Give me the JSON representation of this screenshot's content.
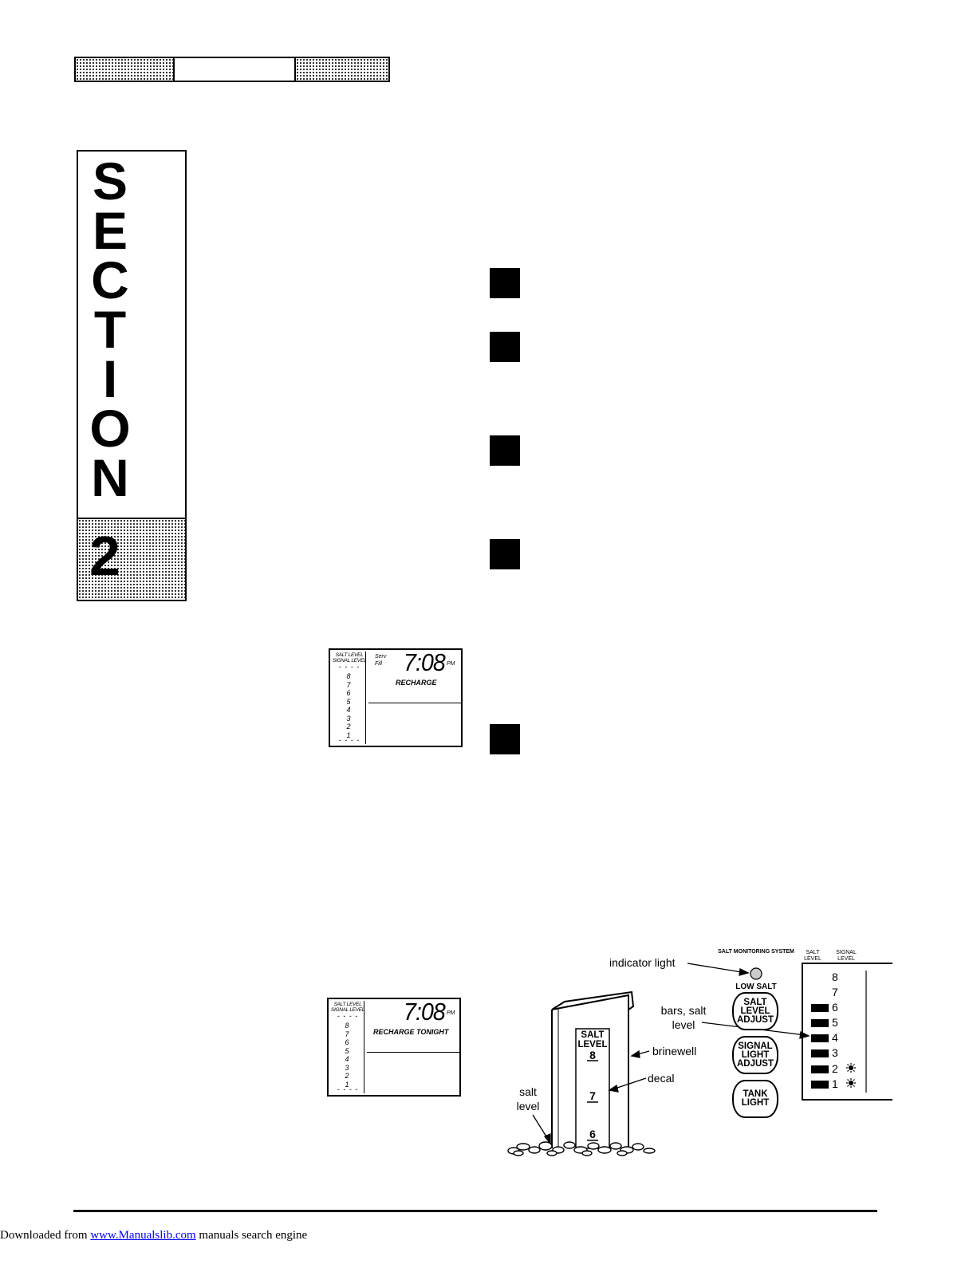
{
  "section": {
    "letters": [
      "S",
      "E",
      "C",
      "T",
      "I",
      "O",
      "N"
    ],
    "number": "2"
  },
  "lcd1": {
    "salt_level_header": "SALT LEVEL",
    "signal_level_header": "SIGNAL LEVEL",
    "dashes": "- - - -",
    "levels": [
      "8",
      "7",
      "6",
      "5",
      "4",
      "3",
      "2",
      "1"
    ],
    "serv": "Serv",
    "fill": "Fill",
    "time": "7:08",
    "ampm": "PM",
    "message": "RECHARGE"
  },
  "lcd2": {
    "salt_level_header": "SALT LEVEL",
    "signal_level_header": "SIGNAL LEVEL",
    "dashes": "- - - -",
    "levels": [
      "8",
      "7",
      "6",
      "5",
      "4",
      "3",
      "2",
      "1"
    ],
    "time": "7:08",
    "ampm": "PM",
    "message": "RECHARGE TONIGHT"
  },
  "diagram": {
    "labels": {
      "indicator_light": "indicator light",
      "bars_salt_level": "bars, salt level",
      "brinewell": "brinewell",
      "decal": "decal",
      "salt_level": "salt level"
    },
    "decal": {
      "title": "SALT LEVEL",
      "marks": [
        "8",
        "7",
        "6"
      ]
    },
    "panel": {
      "system_title": "SALT MONITORING SYSTEM",
      "low_salt": "LOW SALT",
      "buttons": [
        "SALT LEVEL ADJUST",
        "SIGNAL LIGHT ADJUST",
        "TANK LIGHT"
      ],
      "salt_level_header": "SALT LEVEL",
      "signal_level_header": "SIGNAL LEVEL",
      "levels": [
        "8",
        "7",
        "6",
        "5",
        "4",
        "3",
        "2",
        "1"
      ]
    }
  },
  "footer": {
    "prefix": "Downloaded from ",
    "link": "www.Manualslib.com",
    "suffix": "  manuals search engine"
  }
}
